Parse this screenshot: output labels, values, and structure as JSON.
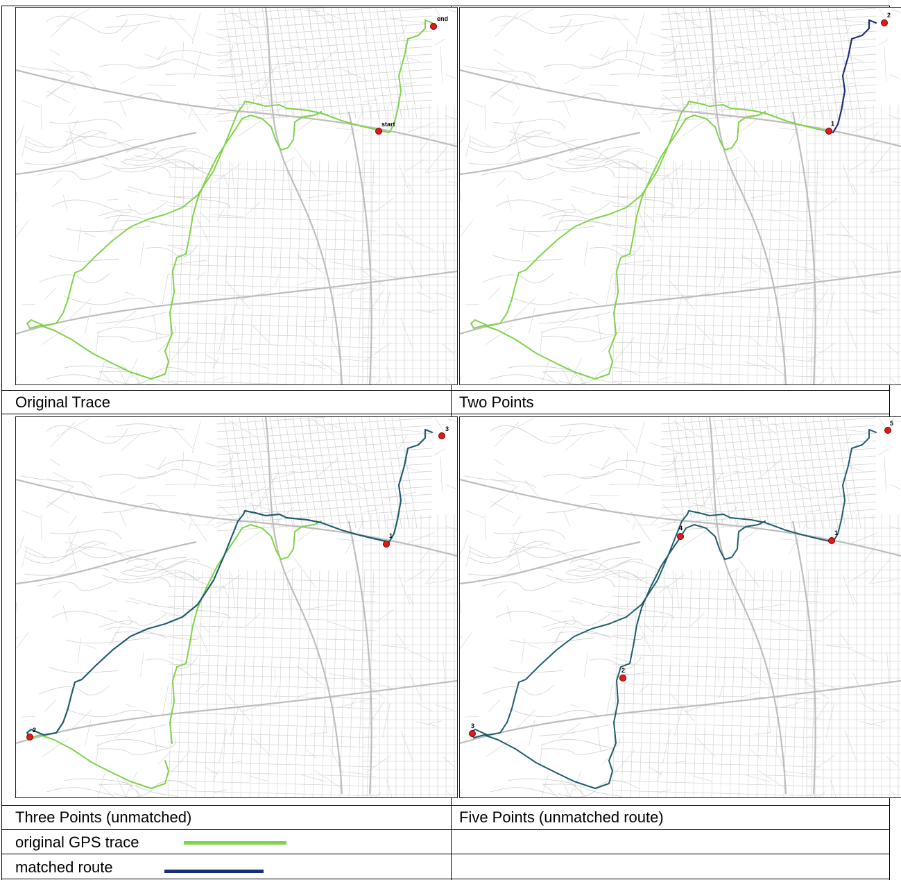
{
  "colors": {
    "original": "#7ed348",
    "matched": "#1a2f7a",
    "matched_mixed": "#1f5c6e",
    "marker": "#e0191b",
    "road": "#cfcfcf"
  },
  "panels": [
    {
      "caption": "Original Trace",
      "markers": [
        {
          "label": "start"
        },
        {
          "label": "end"
        }
      ]
    },
    {
      "caption": "Two Points",
      "markers": [
        {
          "label": "1"
        },
        {
          "label": "2"
        }
      ]
    },
    {
      "caption": "Three Points (unmatched)",
      "markers": [
        {
          "label": "1"
        },
        {
          "label": "2"
        },
        {
          "label": "3"
        }
      ]
    },
    {
      "caption": "Five Points (unmatched route)",
      "markers": [
        {
          "label": "1"
        },
        {
          "label": "2"
        },
        {
          "label": "3"
        },
        {
          "label": "4"
        },
        {
          "label": "5"
        }
      ]
    }
  ],
  "legend": {
    "original_label": "original GPS trace",
    "matched_label": "matched route"
  }
}
